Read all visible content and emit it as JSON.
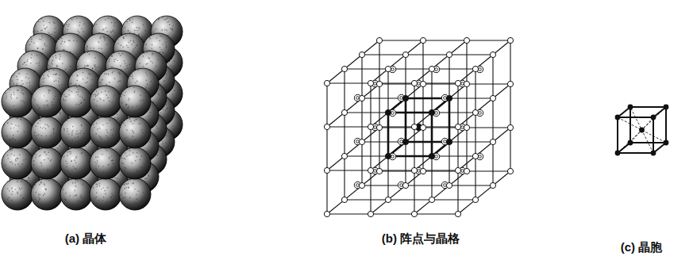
{
  "diagram": {
    "labels": [
      "(a) 晶体",
      "(b) 阵点与晶格",
      "(c) 晶胞"
    ]
  }
}
